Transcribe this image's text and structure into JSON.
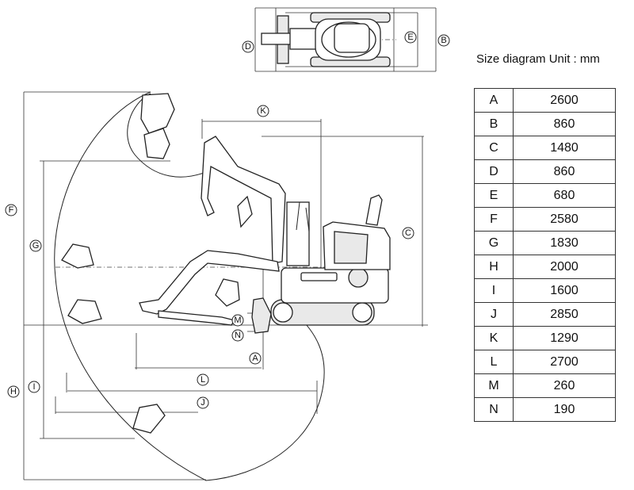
{
  "table": {
    "title": "Size diagram  Unit : mm",
    "rows": [
      {
        "key": "A",
        "value": "2600"
      },
      {
        "key": "B",
        "value": "860"
      },
      {
        "key": "C",
        "value": "1480"
      },
      {
        "key": "D",
        "value": "860"
      },
      {
        "key": "E",
        "value": "680"
      },
      {
        "key": "F",
        "value": "2580"
      },
      {
        "key": "G",
        "value": "1830"
      },
      {
        "key": "H",
        "value": "2000"
      },
      {
        "key": "I",
        "value": "1600"
      },
      {
        "key": "J",
        "value": "2850"
      },
      {
        "key": "K",
        "value": "1290"
      },
      {
        "key": "L",
        "value": "2700"
      },
      {
        "key": "M",
        "value": "260"
      },
      {
        "key": "N",
        "value": "190"
      }
    ]
  },
  "callouts": {
    "A": "A",
    "B": "B",
    "C": "C",
    "D": "D",
    "E": "E",
    "F": "F",
    "G": "G",
    "H": "H",
    "I": "I",
    "J": "J",
    "K": "K",
    "L": "L",
    "M": "M",
    "N": "N"
  }
}
